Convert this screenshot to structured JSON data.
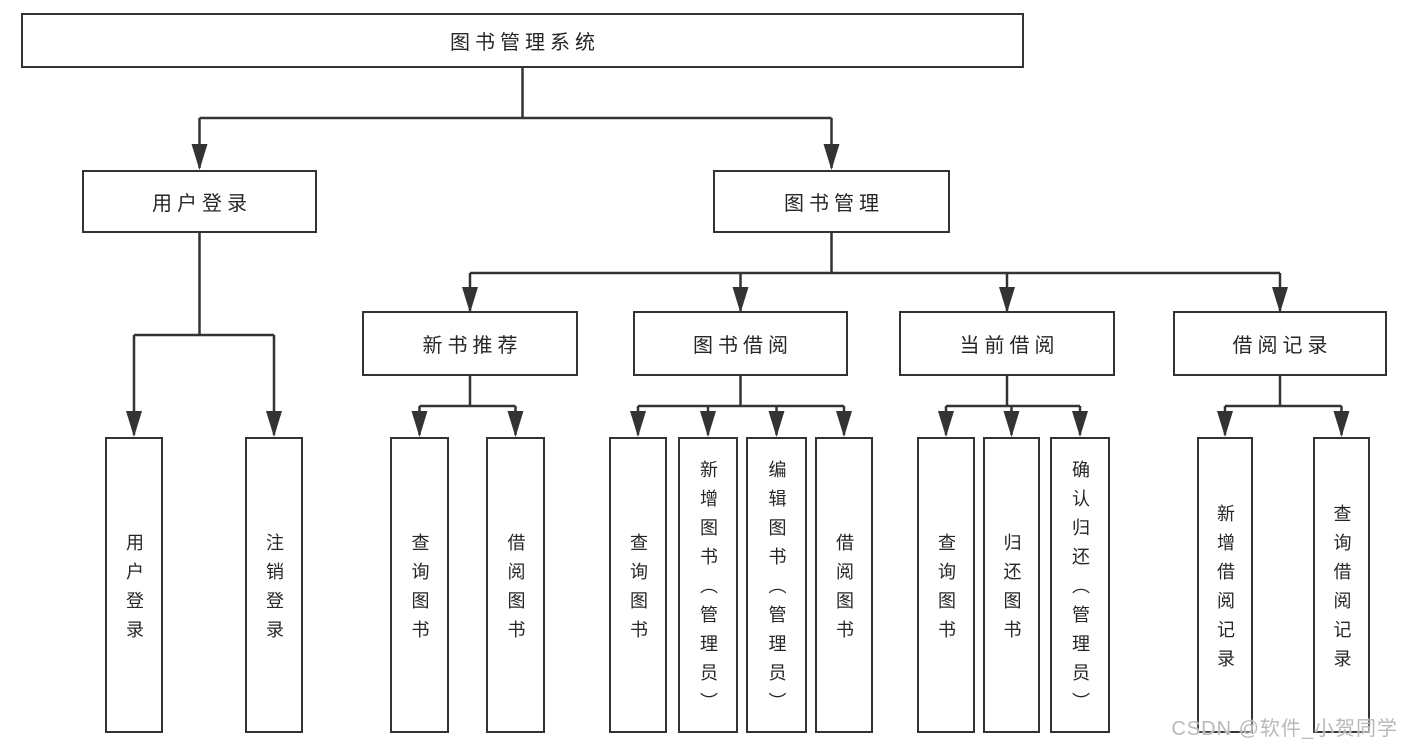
{
  "page": {
    "background_color": "#ffffff",
    "line_color": "#333333",
    "text_color": "#262626",
    "watermark_color": "#b9b9b9"
  },
  "watermark": "CSDN @软件_小贺同学",
  "tree": {
    "root": "图书管理系统",
    "branches": [
      {
        "label": "用户登录",
        "children": [
          "用户登录",
          "注销登录"
        ]
      },
      {
        "label": "图书管理",
        "groups": [
          {
            "label": "新书推荐",
            "children": [
              "查询图书",
              "借阅图书"
            ]
          },
          {
            "label": "图书借阅",
            "children": [
              "查询图书",
              "新增图书（管理员）",
              "编辑图书（管理员）",
              "借阅图书"
            ]
          },
          {
            "label": "当前借阅",
            "children": [
              "查询图书",
              "归还图书",
              "确认归还（管理员）"
            ]
          },
          {
            "label": "借阅记录",
            "children": [
              "新增借阅记录",
              "查询借阅记录"
            ]
          }
        ]
      }
    ]
  }
}
